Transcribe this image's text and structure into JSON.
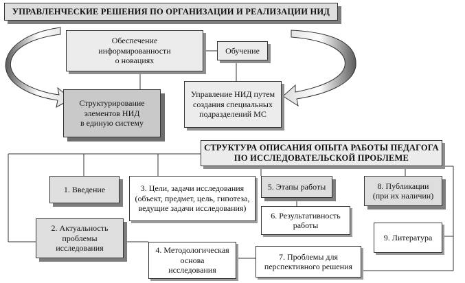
{
  "title": "УПРАВЛЕНЧЕСКИЕ РЕШЕНИЯ ПО ОРГАНИЗАЦИИ И РЕАЛИЗАЦИИ НИД",
  "top_boxes": {
    "awareness": "Обеспечение\nинформированности\nо новациях",
    "training": "Обучение",
    "structuring": "Структурирование\nэлементов НИД\nв единую систему",
    "management": "Управление НИД путем\nсоздания специальных\nподразделений МС"
  },
  "structure_title": "СТРУКТУРА ОПИСАНИЯ ОПЫТА РАБОТЫ ПЕДАГОГА\nПО ИССЛЕДОВАТЕЛЬСКОЙ ПРОБЛЕМЕ",
  "items": {
    "intro": "1. Введение",
    "relevance": "2. Актуальность\nпроблемы\nисследования",
    "goals": "3. Цели, задачи исследования\n(объект, предмет, цель, гипотеза,\nведущие задачи исследования)",
    "methodology": "4. Методологическая\nоснова\nисследования",
    "stages": "5. Этапы работы",
    "results": "6. Результативность\nработы",
    "problems": "7. Проблемы для\nперспективного решения",
    "publications": "8. Публикации\n(при их наличии)",
    "literature": "9. Литература"
  }
}
